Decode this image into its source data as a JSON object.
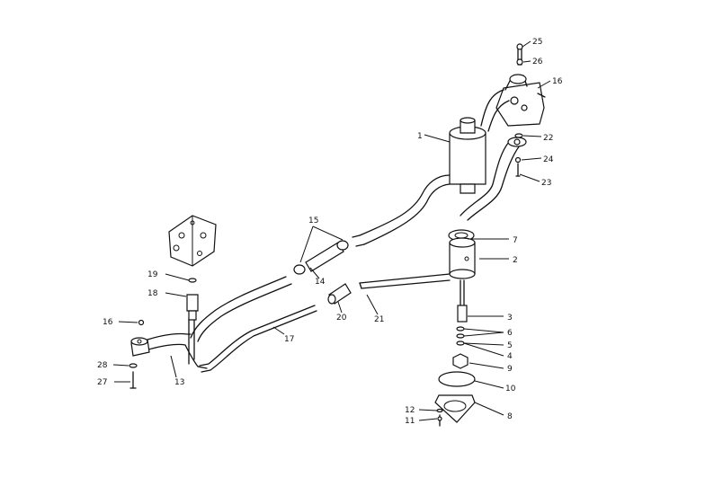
{
  "callouts": {
    "c1": "1",
    "c2": "2",
    "c3": "3",
    "c4": "4",
    "c5": "5",
    "c6": "6",
    "c7": "7",
    "c8": "8",
    "c9": "9",
    "c10": "10",
    "c11": "11",
    "c12": "12",
    "c13": "13",
    "c14": "14",
    "c15": "15",
    "c16a": "16",
    "c16b": "16",
    "c17": "17",
    "c18": "18",
    "c19": "19",
    "c20": "20",
    "c21": "21",
    "c22": "22",
    "c23": "23",
    "c24": "24",
    "c25": "25",
    "c26": "26",
    "c27": "27",
    "c28": "28"
  }
}
